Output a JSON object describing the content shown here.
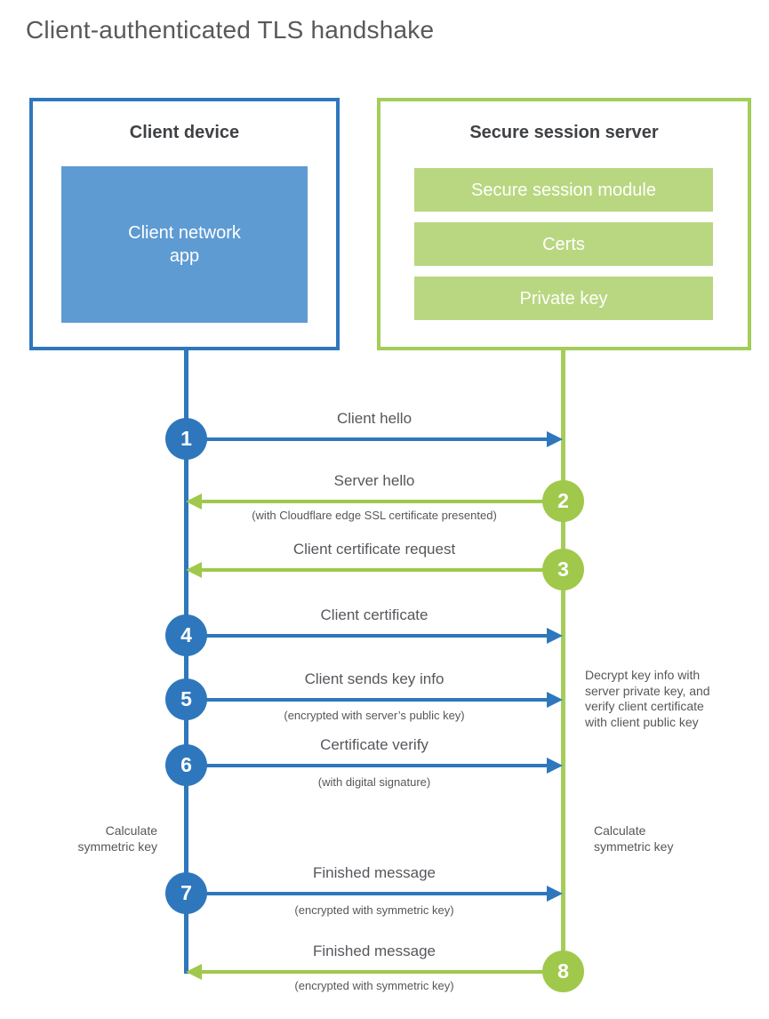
{
  "title": "Client-authenticated TLS handshake",
  "colors": {
    "blue": "#2e77bd",
    "blue_fill": "#5e9bd3",
    "green": "#a0c84b",
    "green_border": "#a4cd5a",
    "green_fill": "#b9d780",
    "text": "#55575b"
  },
  "client": {
    "title": "Client device",
    "module": "Client network\napp"
  },
  "server": {
    "title": "Secure session server",
    "modules": [
      "Secure session module",
      "Certs",
      "Private key"
    ]
  },
  "steps": [
    {
      "num": "1",
      "from": "client",
      "label": "Client hello",
      "sublabel": ""
    },
    {
      "num": "2",
      "from": "server",
      "label": "Server hello",
      "sublabel": "(with Cloudflare edge SSL certificate presented)"
    },
    {
      "num": "3",
      "from": "server",
      "label": "Client certificate request",
      "sublabel": ""
    },
    {
      "num": "4",
      "from": "client",
      "label": "Client certificate",
      "sublabel": ""
    },
    {
      "num": "5",
      "from": "client",
      "label": "Client sends key info",
      "sublabel": "(encrypted with server’s public key)"
    },
    {
      "num": "6",
      "from": "client",
      "label": "Certificate verify",
      "sublabel": "(with digital signature)"
    },
    {
      "num": "7",
      "from": "client",
      "label": "Finished message",
      "sublabel": "(encrypted with symmetric key)"
    },
    {
      "num": "8",
      "from": "server",
      "label": "Finished message",
      "sublabel": "(encrypted with symmetric key)"
    }
  ],
  "notes": {
    "server_decrypt": "Decrypt key info with\nserver private key, and\nverify client certificate\nwith client public key",
    "client_calculate": "Calculate\nsymmetric key",
    "server_calculate": "Calculate\nsymmetric key"
  }
}
